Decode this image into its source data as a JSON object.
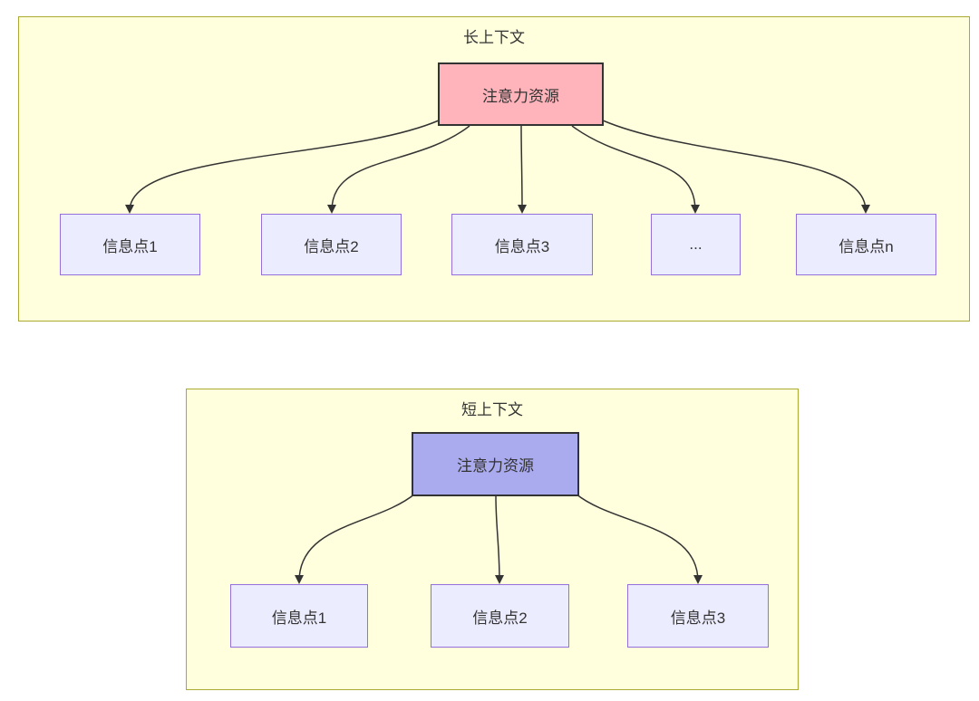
{
  "canvas": {
    "background": "#ffffff"
  },
  "diagrams": [
    {
      "title": "长上下文",
      "container_fill": "#ffffde",
      "container_border": "#aaaa33",
      "arrow_color": "#333333",
      "root_node": {
        "label": "注意力资源",
        "fill": "#ffb3ba",
        "border": "#333333"
      },
      "child_fill": "#ececff",
      "child_border": "#9370db",
      "child_nodes": [
        {
          "label": "信息点1"
        },
        {
          "label": "信息点2"
        },
        {
          "label": "信息点3"
        },
        {
          "label": "..."
        },
        {
          "label": "信息点n"
        }
      ]
    },
    {
      "title": "短上下文",
      "container_fill": "#ffffde",
      "container_border": "#aaaa33",
      "arrow_color": "#333333",
      "root_node": {
        "label": "注意力资源",
        "fill": "#aaaaee",
        "border": "#333333"
      },
      "child_fill": "#ececff",
      "child_border": "#9370db",
      "child_nodes": [
        {
          "label": "信息点1"
        },
        {
          "label": "信息点2"
        },
        {
          "label": "信息点3"
        }
      ]
    }
  ]
}
